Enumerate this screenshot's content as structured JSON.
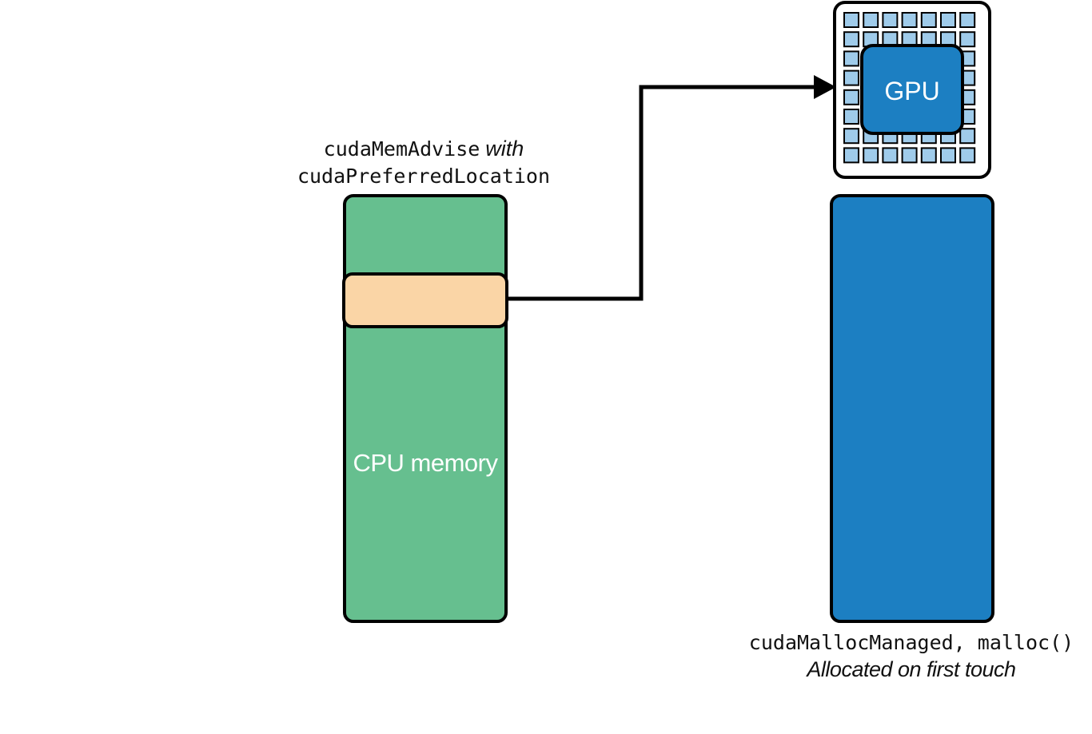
{
  "top_caption": {
    "line1_code": "cudaMemAdvise",
    "line1_word": "with",
    "line2_code": "cudaPreferredLocation"
  },
  "cpu_memory": {
    "label": "CPU memory",
    "color": "#66bf8f",
    "page_color": "#fad5a6"
  },
  "gpu": {
    "label": "GPU",
    "chip_color": "#1c7fc2",
    "pin_color": "#9fcbea"
  },
  "gpu_memory": {
    "color": "#1c7fc2"
  },
  "bottom_caption": {
    "code": "cudaMallocManaged, malloc()",
    "desc": "Allocated on first touch"
  }
}
